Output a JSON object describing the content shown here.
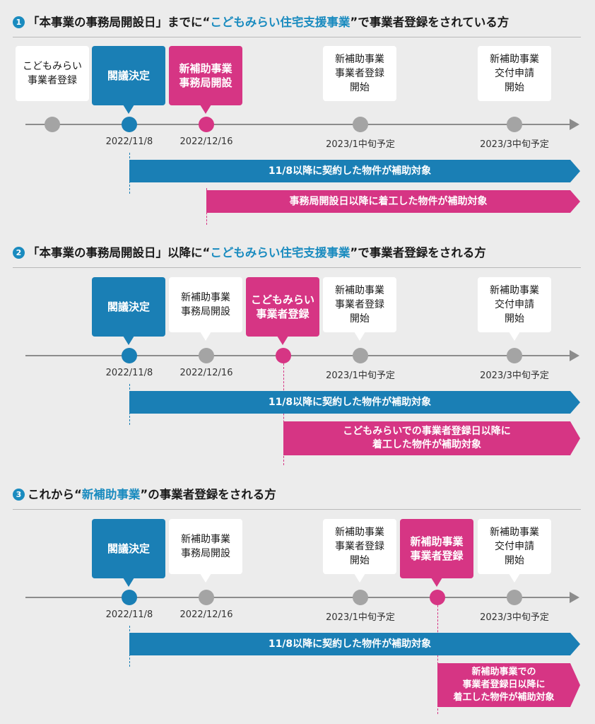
{
  "colors": {
    "blue": "#1a7fb5",
    "pink": "#d63584",
    "gray": "#a4a4a4",
    "highlight": "#1a8bbf"
  },
  "labels": {
    "cabinet": "閣議決定",
    "kodomo_reg": "こどもみらい\n事業者登録",
    "shin_office": "新補助事業\n事務局開設",
    "shin_reg": "新補助事業\n事業者登録\n開始",
    "shin_apply": "新補助事業\n交付申請\n開始",
    "shin_reg_done": "新補助事業\n事業者登録"
  },
  "dates": {
    "d1": "2022/11/8",
    "d2": "2022/12/16",
    "d3": "2023/1中旬予定",
    "d4": "2023/3中旬予定"
  },
  "sections": [
    {
      "number": "1",
      "heading_pre": "「本事業の事務局開設日」までに“",
      "heading_hl": "こどもみらい住宅支援事業",
      "heading_post": "”で事業者登録をされている方",
      "band1": "11/8以降に契約した物件が補助対象",
      "band2": "事務局開設日以降に着工した物件が補助対象"
    },
    {
      "number": "2",
      "heading_pre": "「本事業の事務局開設日」以降に“",
      "heading_hl": "こどもみらい住宅支援事業",
      "heading_post": "”で事業者登録をされる方",
      "band1": "11/8以降に契約した物件が補助対象",
      "band2": "こどもみらいでの事業者登録日以降に\n着工した物件が補助対象"
    },
    {
      "number": "3",
      "heading_pre": "これから“",
      "heading_hl": "新補助事業",
      "heading_post": "”の事業者登録をされる方",
      "band1": "11/8以降に契約した物件が補助対象",
      "band2": "新補助事業での\n事業者登録日以降に\n着工した物件が補助対象"
    }
  ]
}
